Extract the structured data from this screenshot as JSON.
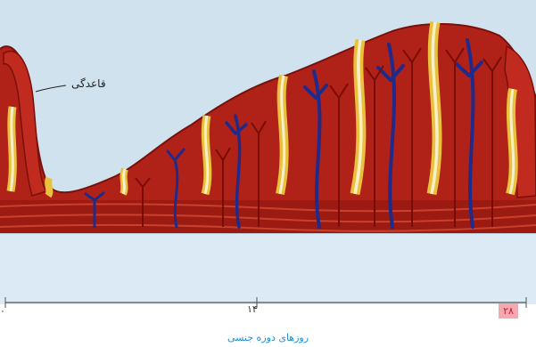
{
  "colors": {
    "sky": "#cfe2ee",
    "band": "#dbeaf4",
    "tissue": "#b02218",
    "tissue_dark": "#8c1410",
    "gland": "#e9c13c",
    "gland_inner": "#f7efc8",
    "vessel": "#1f2a8a",
    "accent": "#c21f3a",
    "axis_label": "#1b8fd6"
  },
  "labels": {
    "structure": "قاعدگی",
    "tick_start": "۰",
    "tick_mid": "۱۴",
    "tick_end": "۲۸",
    "axis": "روزهای دوره جنسی"
  }
}
